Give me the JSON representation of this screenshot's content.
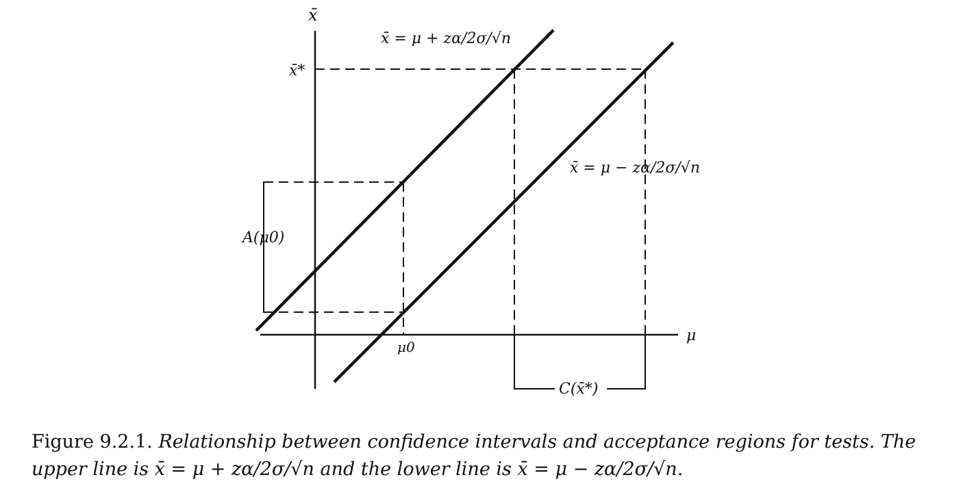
{
  "diagram": {
    "axis_label_y": "x̄",
    "axis_label_x": "μ",
    "label_xstar": "x̄*",
    "label_mu0": "μ0",
    "label_A": "A(μ0)",
    "label_C": "C(x̄*)",
    "upper_line_label": "x̄ = μ + zα/2σ/√n",
    "lower_line_label": "x̄ = μ − zα/2σ/√n"
  },
  "caption": {
    "prefix": "Figure 9.2.1.",
    "text_1": "Relationship between confidence intervals and acceptance regions for tests. The upper line is",
    "eq_upper": "x̄ = μ + zα/2σ/√n",
    "text_2": "and the lower line is",
    "eq_lower": "x̄ = μ − zα/2σ/√n"
  }
}
